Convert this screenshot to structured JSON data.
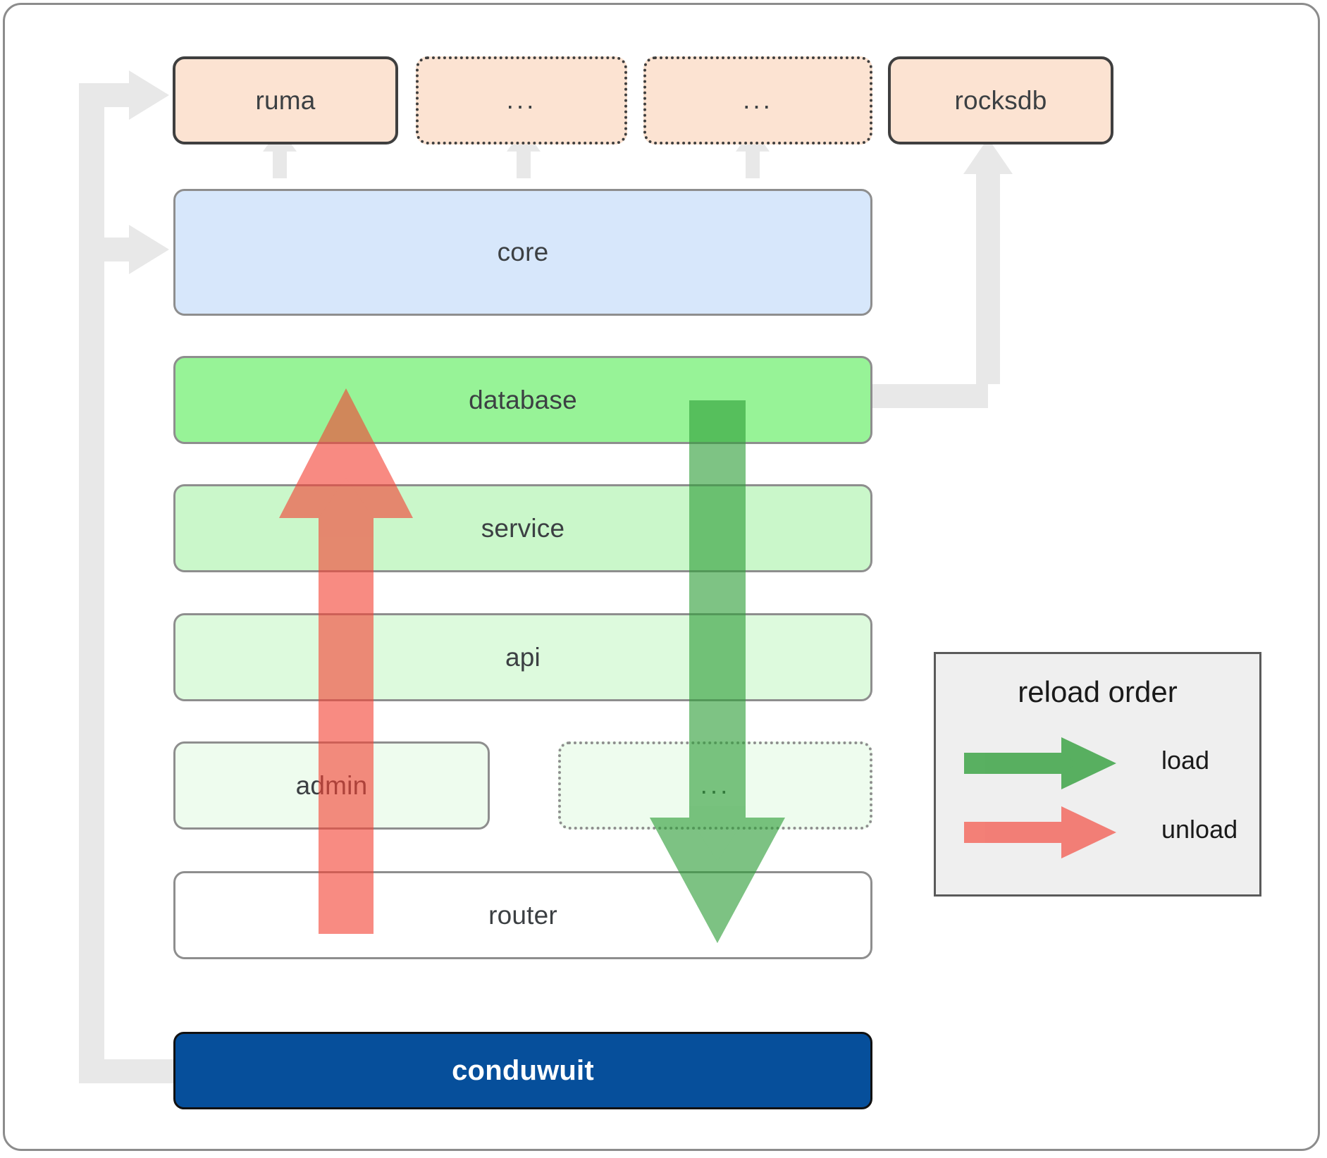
{
  "diagram": {
    "title": "conduwuit crate / layer architecture reload order",
    "external_crates": [
      {
        "id": "ruma",
        "label": "ruma",
        "style": "solid"
      },
      {
        "id": "ext1",
        "label": "...",
        "style": "dotted"
      },
      {
        "id": "ext2",
        "label": "...",
        "style": "dotted"
      },
      {
        "id": "rocksdb",
        "label": "rocksdb",
        "style": "solid"
      }
    ],
    "layers": [
      {
        "id": "core",
        "label": "core",
        "style": "solid",
        "fill": "#d7e7fb"
      },
      {
        "id": "database",
        "label": "database",
        "style": "solid",
        "fill": "#97f397"
      },
      {
        "id": "service",
        "label": "service",
        "style": "solid",
        "fill": "#caf7ca"
      },
      {
        "id": "api",
        "label": "api",
        "style": "solid",
        "fill": "#ddfadd"
      },
      {
        "id": "admin",
        "label": "admin",
        "style": "solid",
        "fill": "#eefcee"
      },
      {
        "id": "morelayers",
        "label": "...",
        "style": "dotted",
        "fill": "#eefcee"
      },
      {
        "id": "router",
        "label": "router",
        "style": "solid",
        "fill": "#ffffff"
      }
    ],
    "binary": {
      "id": "conduwuit",
      "label": "conduwuit",
      "fill": "#064f9b"
    },
    "legend": {
      "title": "reload order",
      "entries": [
        {
          "id": "load",
          "label": "load",
          "color": "#56a85a"
        },
        {
          "id": "unload",
          "label": "unload",
          "color": "#f98080"
        }
      ]
    },
    "colors": {
      "crate_fill": "#fce3d2",
      "crate_stroke": "#3f3f3f",
      "layer_stroke": "#8e8e8e",
      "connector": "#e8e8e8",
      "load_arrow": "#56a85a",
      "unload_arrow": "#f98080",
      "legend_bg": "#efefef",
      "frame_stroke": "#8c8c8c",
      "text": "#3c4043"
    }
  }
}
